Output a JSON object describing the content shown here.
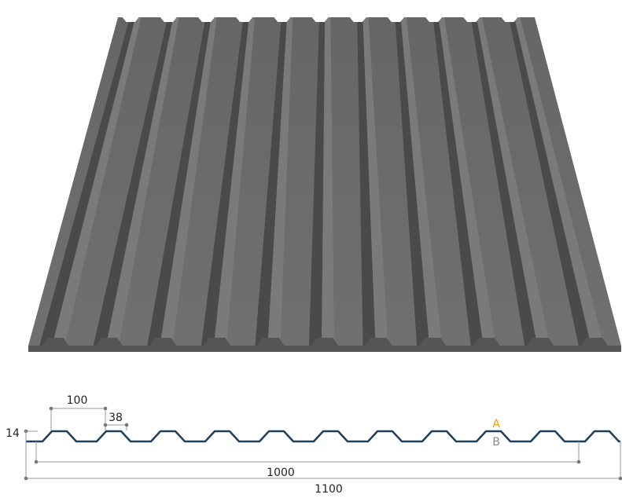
{
  "colors": {
    "sheet": "#6b6b6b",
    "sheet_dark": "#4a4a4a",
    "sheet_light": "#7a7a7a",
    "profile_line": "#1f3f5c",
    "dimension_line": "#9a9a9a",
    "label_a": "#f39c12",
    "label_b": "#8a8a8a",
    "text": "#222222"
  },
  "icons": {
    "sheet": "corrugated-metal-sheet-illustration",
    "profile": "trapezoidal-profile-cross-section"
  },
  "dimensions": {
    "pitch": "100",
    "rib_top": "38",
    "height": "14",
    "effective_width": "1000",
    "total_width": "1100"
  },
  "side_labels": {
    "a": "A",
    "b": "B"
  }
}
